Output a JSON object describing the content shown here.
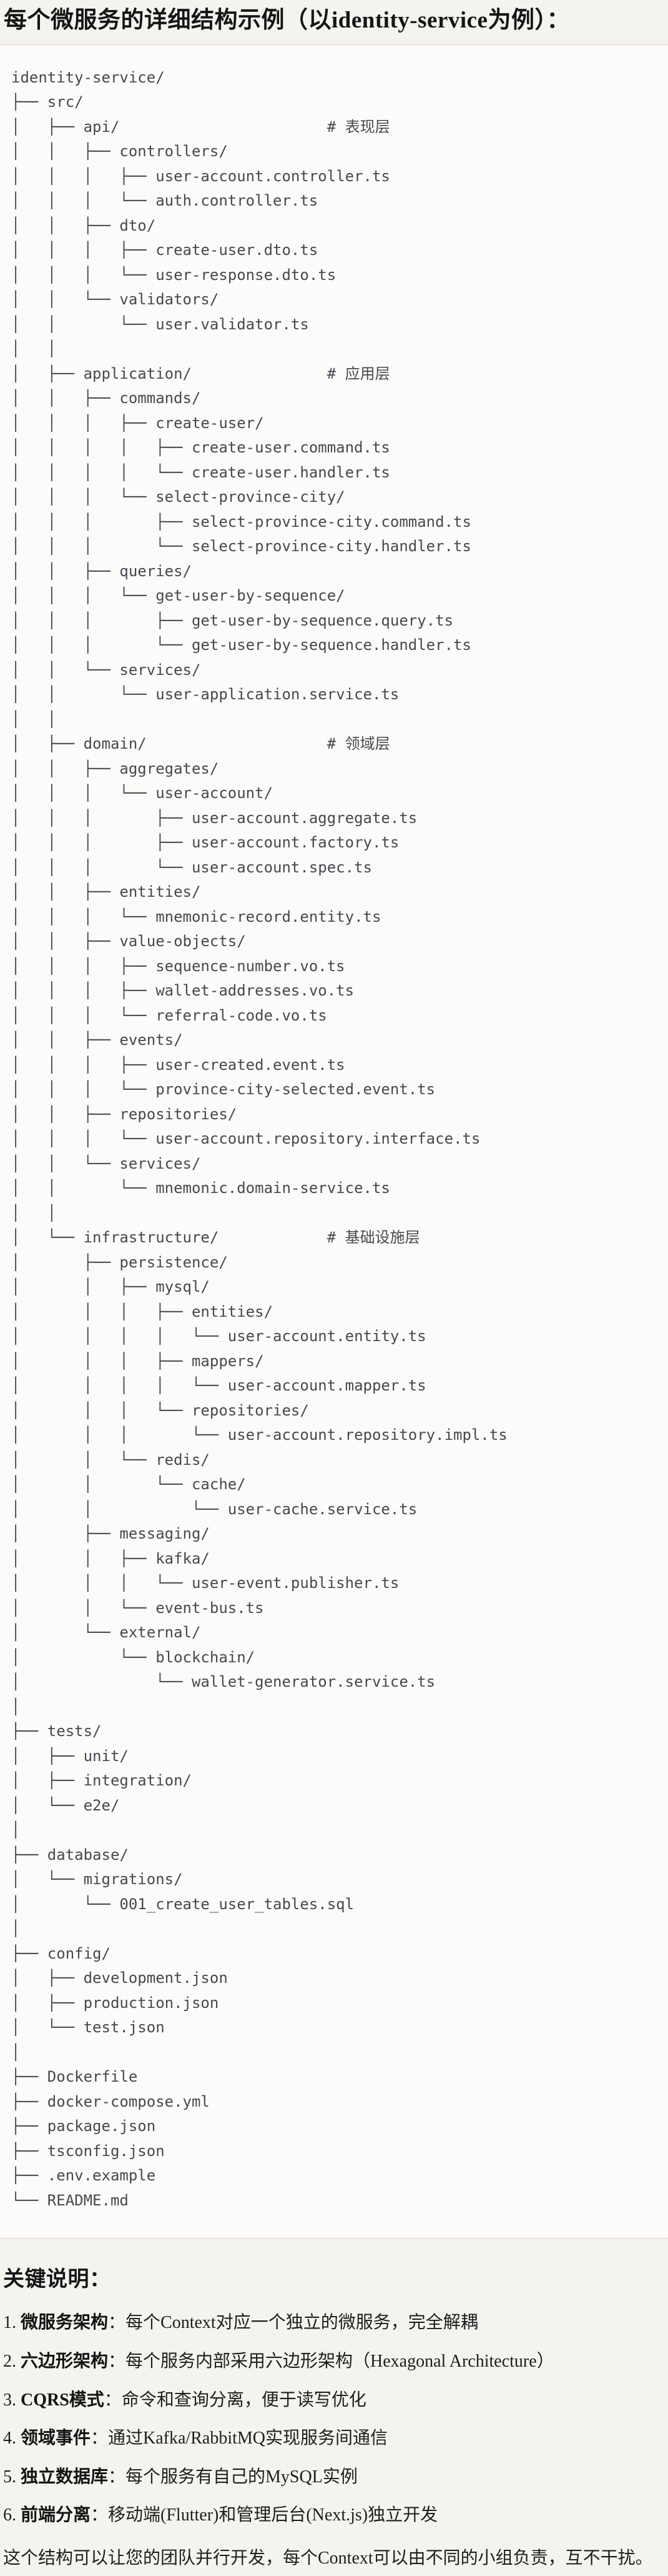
{
  "colors": {
    "page_background": "#f5f3ed",
    "code_background": "#fcfbf9",
    "code_border": "#d8d5cf",
    "code_text": "#45494f",
    "heading_text": "#141517"
  },
  "title": "每个微服务的详细结构示例（以identity-service为例）：",
  "code_block": {
    "lines": [
      "identity-service/",
      "├── src/",
      "│   ├── api/                       # 表现层",
      "│   │   ├── controllers/",
      "│   │   │   ├── user-account.controller.ts",
      "│   │   │   └── auth.controller.ts",
      "│   │   ├── dto/",
      "│   │   │   ├── create-user.dto.ts",
      "│   │   │   └── user-response.dto.ts",
      "│   │   └── validators/",
      "│   │       └── user.validator.ts",
      "│   │",
      "│   ├── application/               # 应用层",
      "│   │   ├── commands/",
      "│   │   │   ├── create-user/",
      "│   │   │   │   ├── create-user.command.ts",
      "│   │   │   │   └── create-user.handler.ts",
      "│   │   │   └── select-province-city/",
      "│   │   │       ├── select-province-city.command.ts",
      "│   │   │       └── select-province-city.handler.ts",
      "│   │   ├── queries/",
      "│   │   │   └── get-user-by-sequence/",
      "│   │   │       ├── get-user-by-sequence.query.ts",
      "│   │   │       └── get-user-by-sequence.handler.ts",
      "│   │   └── services/",
      "│   │       └── user-application.service.ts",
      "│   │",
      "│   ├── domain/                    # 领域层",
      "│   │   ├── aggregates/",
      "│   │   │   └── user-account/",
      "│   │   │       ├── user-account.aggregate.ts",
      "│   │   │       ├── user-account.factory.ts",
      "│   │   │       └── user-account.spec.ts",
      "│   │   ├── entities/",
      "│   │   │   └── mnemonic-record.entity.ts",
      "│   │   ├── value-objects/",
      "│   │   │   ├── sequence-number.vo.ts",
      "│   │   │   ├── wallet-addresses.vo.ts",
      "│   │   │   └── referral-code.vo.ts",
      "│   │   ├── events/",
      "│   │   │   ├── user-created.event.ts",
      "│   │   │   └── province-city-selected.event.ts",
      "│   │   ├── repositories/",
      "│   │   │   └── user-account.repository.interface.ts",
      "│   │   └── services/",
      "│   │       └── mnemonic.domain-service.ts",
      "│   │",
      "│   └── infrastructure/            # 基础设施层",
      "│       ├── persistence/",
      "│       │   ├── mysql/",
      "│       │   │   ├── entities/",
      "│       │   │   │   └── user-account.entity.ts",
      "│       │   │   ├── mappers/",
      "│       │   │   │   └── user-account.mapper.ts",
      "│       │   │   └── repositories/",
      "│       │   │       └── user-account.repository.impl.ts",
      "│       │   └── redis/",
      "│       │       └── cache/",
      "│       │           └── user-cache.service.ts",
      "│       ├── messaging/",
      "│       │   ├── kafka/",
      "│       │   │   └── user-event.publisher.ts",
      "│       │   └── event-bus.ts",
      "│       └── external/",
      "│           └── blockchain/",
      "│               └── wallet-generator.service.ts",
      "│",
      "├── tests/",
      "│   ├── unit/",
      "│   ├── integration/",
      "│   └── e2e/",
      "│",
      "├── database/",
      "│   └── migrations/",
      "│       └── 001_create_user_tables.sql",
      "│",
      "├── config/",
      "│   ├── development.json",
      "│   ├── production.json",
      "│   └── test.json",
      "│",
      "├── Dockerfile",
      "├── docker-compose.yml",
      "├── package.json",
      "├── tsconfig.json",
      "├── .env.example",
      "└── README.md"
    ]
  },
  "notes": {
    "heading": "关键说明：",
    "colon": "：",
    "items": [
      {
        "num": "1.",
        "term": "微服务架构",
        "desc": "每个Context对应一个独立的微服务，完全解耦"
      },
      {
        "num": "2.",
        "term": "六边形架构",
        "desc": "每个服务内部采用六边形架构（Hexagonal Architecture）"
      },
      {
        "num": "3.",
        "term": "CQRS模式",
        "desc": "命令和查询分离，便于读写优化"
      },
      {
        "num": "4.",
        "term": "领域事件",
        "desc": "通过Kafka/RabbitMQ实现服务间通信"
      },
      {
        "num": "5.",
        "term": "独立数据库",
        "desc": "每个服务有自己的MySQL实例"
      },
      {
        "num": "6.",
        "term": "前端分离",
        "desc": "移动端(Flutter)和管理后台(Next.js)独立开发"
      }
    ],
    "footer": "这个结构可以让您的团队并行开发，每个Context可以由不同的小组负责，互不干扰。"
  }
}
